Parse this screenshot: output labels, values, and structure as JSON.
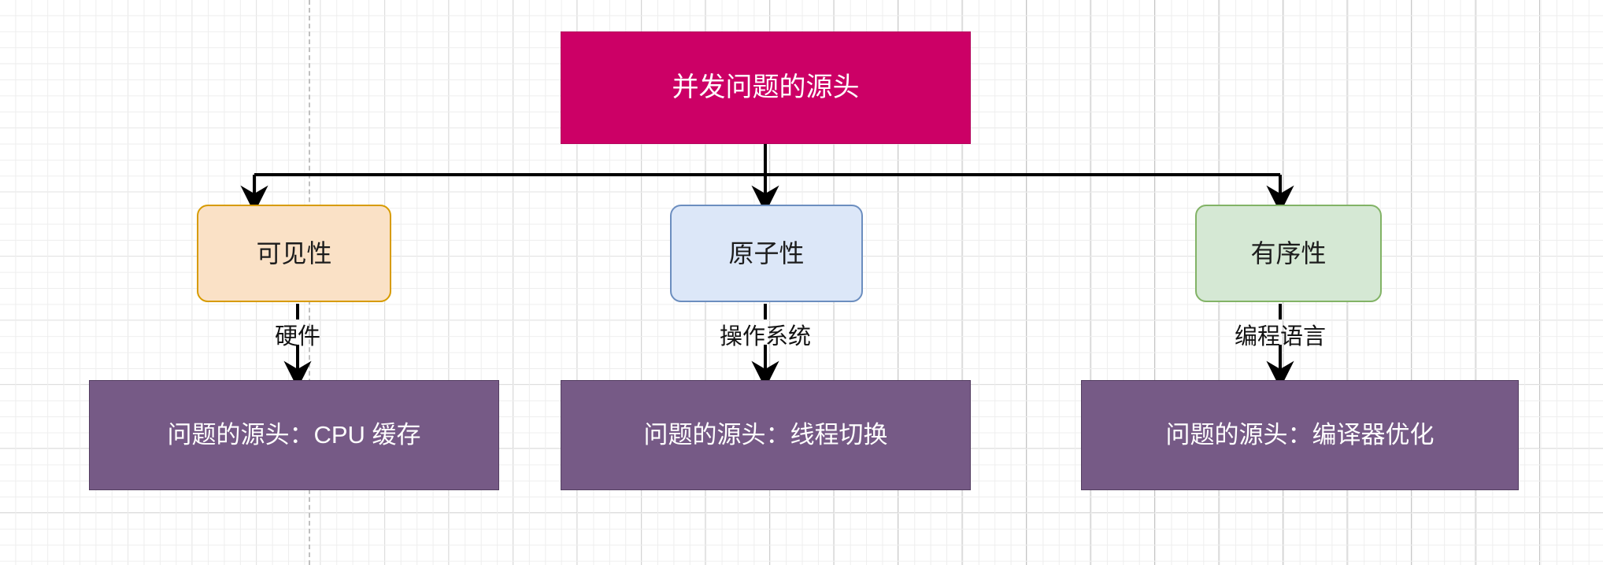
{
  "diagram": {
    "title": "并发问题的源头",
    "type": "flowchart",
    "direction": "top-down",
    "background": {
      "grid": true,
      "grid_minor_color": "#eeeeee",
      "grid_major_color": "#c4c4c4",
      "page_guide_color": "#c0c0c0"
    },
    "root": {
      "id": "root",
      "label": "并发问题的源头",
      "fill": "#CC0066",
      "stroke": "#b3005a",
      "text_color": "#ffffff"
    },
    "aspects": [
      {
        "id": "visibility",
        "label": "可见性",
        "fill": "#FAE1C6",
        "stroke": "#D79B00",
        "text_color": "#1d1d1d"
      },
      {
        "id": "atomicity",
        "label": "原子性",
        "fill": "#DCE7F8",
        "stroke": "#6C8EBF",
        "text_color": "#1d1d1d"
      },
      {
        "id": "ordering",
        "label": "有序性",
        "fill": "#D5E8D4",
        "stroke": "#82B366",
        "text_color": "#1d1d1d"
      }
    ],
    "edge_labels": [
      {
        "id": "hardware",
        "label": "硬件"
      },
      {
        "id": "operating-system",
        "label": "操作系统"
      },
      {
        "id": "programming-language",
        "label": "编程语言"
      }
    ],
    "causes": [
      {
        "id": "cpu-cache",
        "label": "问题的源头：CPU 缓存",
        "fill": "#765A86",
        "stroke": "#543e61",
        "text_color": "#ffffff"
      },
      {
        "id": "thread-switch",
        "label": "问题的源头：线程切换",
        "fill": "#765A86",
        "stroke": "#543e61",
        "text_color": "#ffffff"
      },
      {
        "id": "compiler-optimization",
        "label": "问题的源头：编译器优化",
        "fill": "#765A86",
        "stroke": "#543e61",
        "text_color": "#ffffff"
      }
    ],
    "connectors": {
      "stroke": "#000000",
      "stroke_width": 4,
      "style": "orthogonal"
    }
  }
}
